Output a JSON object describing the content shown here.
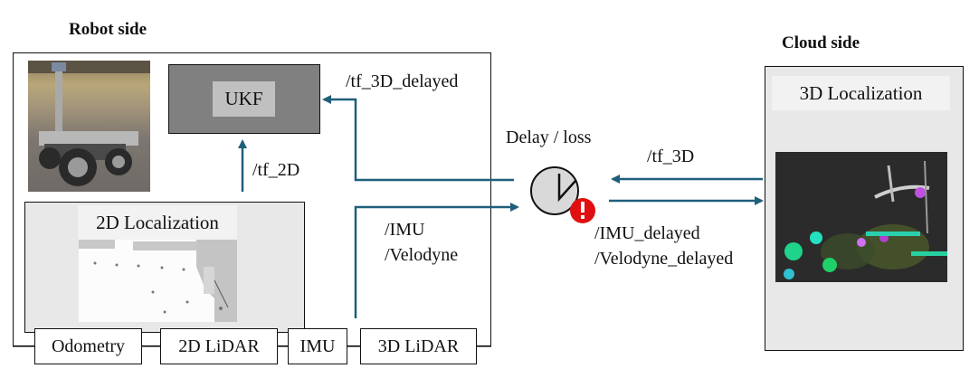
{
  "robot_side": {
    "title": "Robot side",
    "photo": "robot-photo",
    "ukf": {
      "label": "UKF"
    },
    "localization_2d": {
      "label": "2D Localization",
      "image": "2d-occupancy-map"
    },
    "sensors": [
      {
        "label": "Odometry"
      },
      {
        "label": "2D LiDAR"
      },
      {
        "label": "IMU"
      },
      {
        "label": "3D LiDAR"
      }
    ],
    "topics": {
      "tf_2d": "/tf_2D",
      "tf_3d_delayed": "/tf_3D_delayed",
      "imu": "/IMU",
      "velodyne": "/Velodyne"
    }
  },
  "network": {
    "label": "Delay / loss",
    "icon": "clock-icon",
    "alert_icon": "alert-icon",
    "alert_glyph": "!",
    "topics": {
      "tf_3d": "/tf_3D",
      "imu_delayed": "/IMU_delayed",
      "velodyne_delayed": "/Velodyne_delayed"
    }
  },
  "cloud_side": {
    "title": "Cloud side",
    "localization_3d": {
      "label": "3D Localization",
      "image": "3d-point-cloud-map"
    }
  },
  "colors": {
    "arrow": "#1f5f7a",
    "ukf_outer": "#808080",
    "ukf_inner": "#c0c0c0",
    "panel_bg": "#e8e8e8",
    "label_bg": "#f2f2f2",
    "alert": "#e01010",
    "clock_face": "#d9d9d9"
  }
}
